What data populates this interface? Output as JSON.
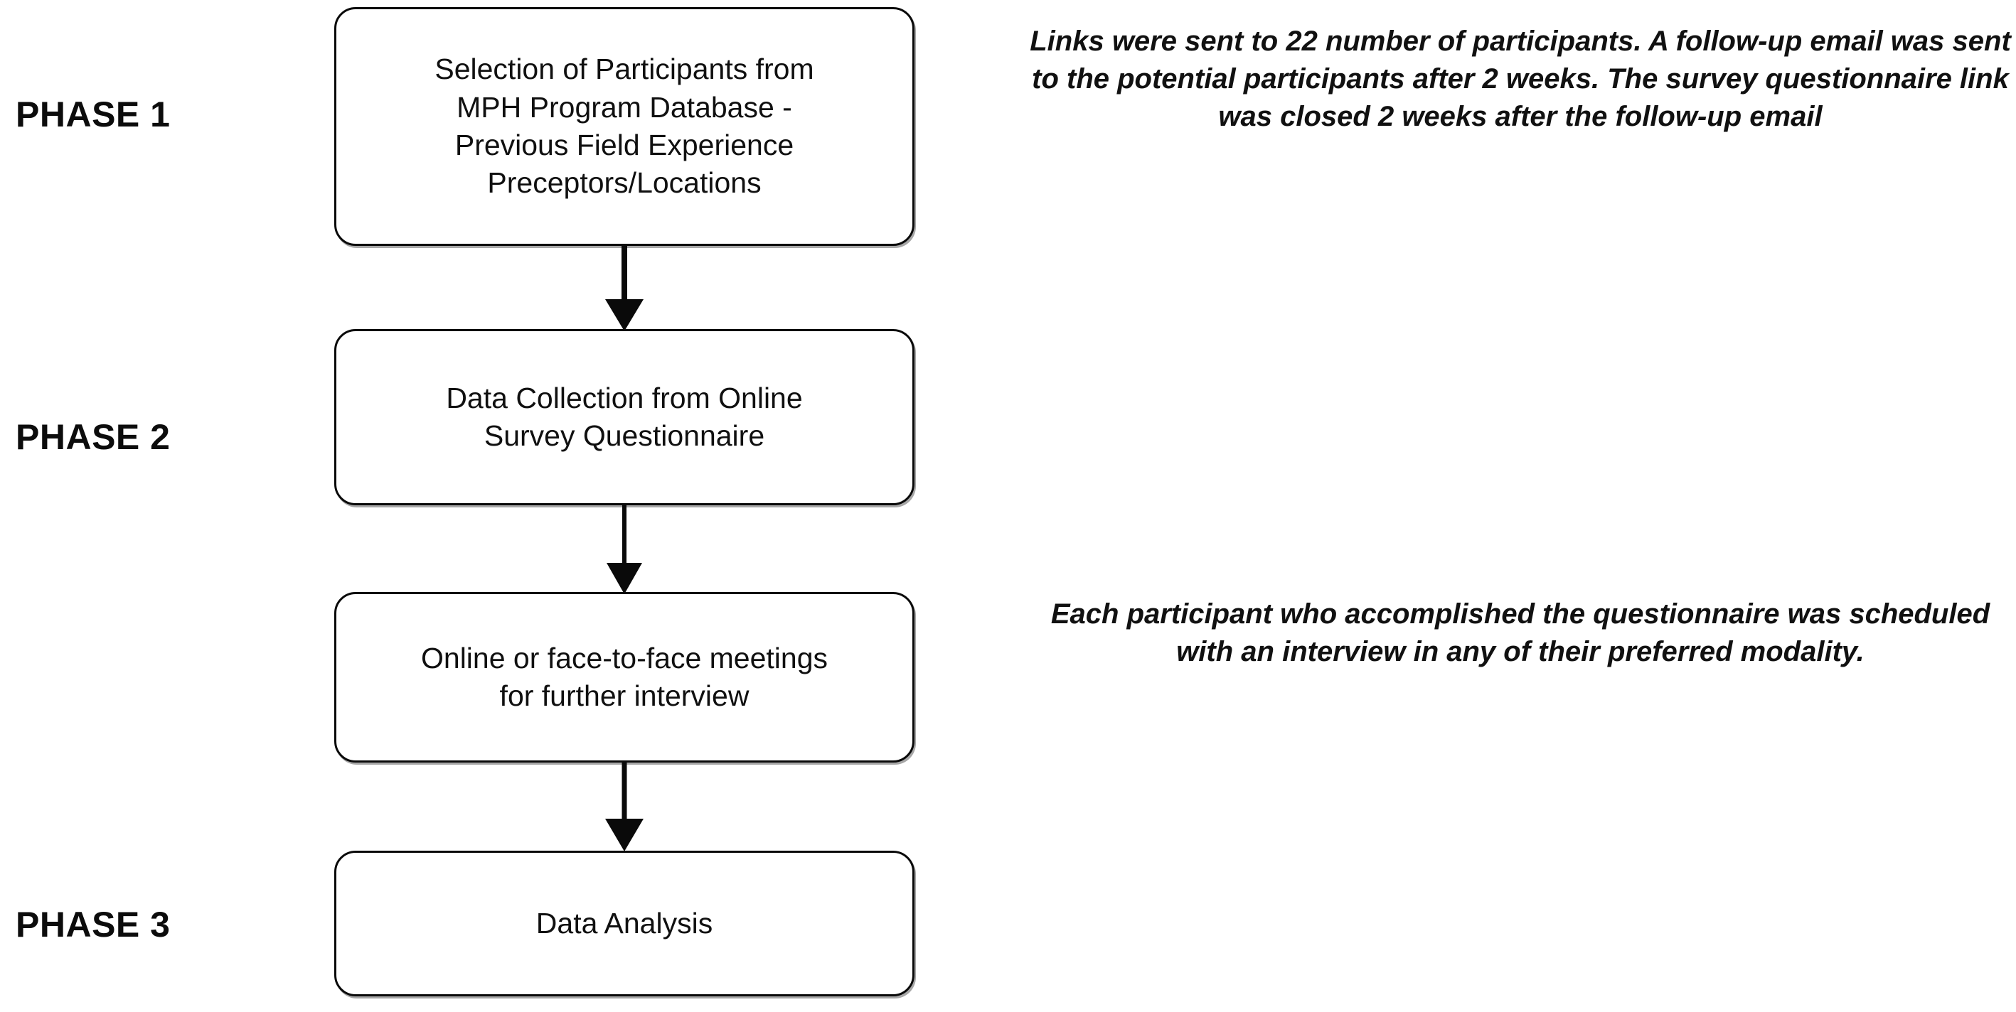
{
  "diagram": {
    "title": "Three-phase study methodology flowchart",
    "background_color": "#ffffff",
    "line_color": "#0a0a0a",
    "text_color": "#101010"
  },
  "phases": [
    {
      "id": "phase-1",
      "label": "PHASE 1"
    },
    {
      "id": "phase-2",
      "label": "PHASE 2"
    },
    {
      "id": "phase-3",
      "label": "PHASE 3"
    }
  ],
  "nodes": [
    {
      "id": "node-1",
      "phase": "PHASE 1",
      "text": "Selection of Participants from\nMPH Program Database -\nPrevious Field Experience\nPreceptors/Locations"
    },
    {
      "id": "node-2",
      "phase": "PHASE 2",
      "text": "Data Collection from Online\nSurvey Questionnaire"
    },
    {
      "id": "node-3",
      "phase": "PHASE 2",
      "text": "Online or face-to-face meetings\nfor further interview"
    },
    {
      "id": "node-4",
      "phase": "PHASE 3",
      "text": "Data Analysis"
    }
  ],
  "connectors": [
    {
      "id": "connector-1-2",
      "from": "node-1",
      "to": "node-2",
      "direction": "down"
    },
    {
      "id": "connector-2-3",
      "from": "node-2",
      "to": "node-3",
      "direction": "down"
    },
    {
      "id": "connector-3-4",
      "from": "node-3",
      "to": "node-4",
      "direction": "down"
    }
  ],
  "annotations": [
    {
      "id": "annotation-1",
      "attached_to": "node-1",
      "text": "Links were sent to 22 number of participants. A follow-up email was sent to the potential participants after 2 weeks. The survey questionnaire link was closed 2 weeks after the follow-up email"
    },
    {
      "id": "annotation-2",
      "attached_to": "node-3",
      "text": "Each participant who accomplished the questionnaire was scheduled with an interview in any of their preferred modality."
    }
  ]
}
